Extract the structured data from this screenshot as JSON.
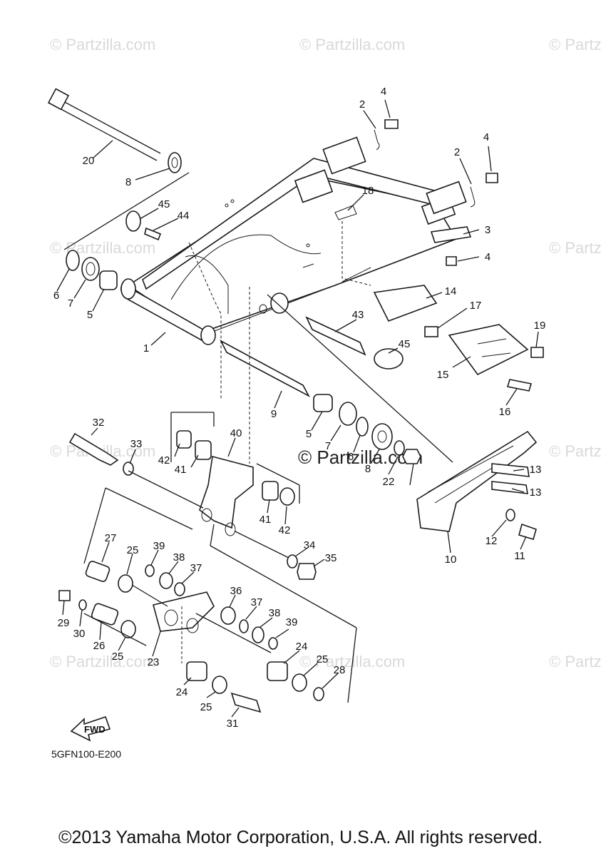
{
  "diagram_code": "5GFN100-E200",
  "fwd_label": "FWD",
  "copyright": "©2013 Yamaha Motor Corporation, U.S.A. All rights reserved.",
  "watermark": "© Partzilla.com",
  "watermark_center": "© Partzilla.com",
  "callouts": {
    "c1": "1",
    "c2a": "2",
    "c2b": "2",
    "c3": "3",
    "c4a": "4",
    "c4b": "4",
    "c4c": "4",
    "c5a": "5",
    "c5b": "5",
    "c6a": "6",
    "c6b": "6",
    "c7a": "7",
    "c7b": "7",
    "c8a": "8",
    "c8b": "8",
    "c9": "9",
    "c10": "10",
    "c11": "11",
    "c12": "12",
    "c13a": "13",
    "c13b": "13",
    "c14": "14",
    "c15": "15",
    "c16": "16",
    "c17": "17",
    "c18": "18",
    "c19": "19",
    "c20": "20",
    "c22": "22",
    "c23": "23",
    "c24a": "24",
    "c24b": "24",
    "c25a": "25",
    "c25b": "25",
    "c25c": "25",
    "c25d": "25",
    "c26": "26",
    "c27": "27",
    "c28": "28",
    "c29": "29",
    "c30": "30",
    "c31": "31",
    "c32": "32",
    "c33": "33",
    "c34": "34",
    "c35": "35",
    "c36": "36",
    "c37a": "37",
    "c37b": "37",
    "c38a": "38",
    "c38b": "38",
    "c39a": "39",
    "c39b": "39",
    "c40": "40",
    "c41a": "41",
    "c41b": "41",
    "c42a": "42",
    "c42b": "42",
    "c43": "43",
    "c44": "44",
    "c45a": "45",
    "c45b": "45"
  }
}
